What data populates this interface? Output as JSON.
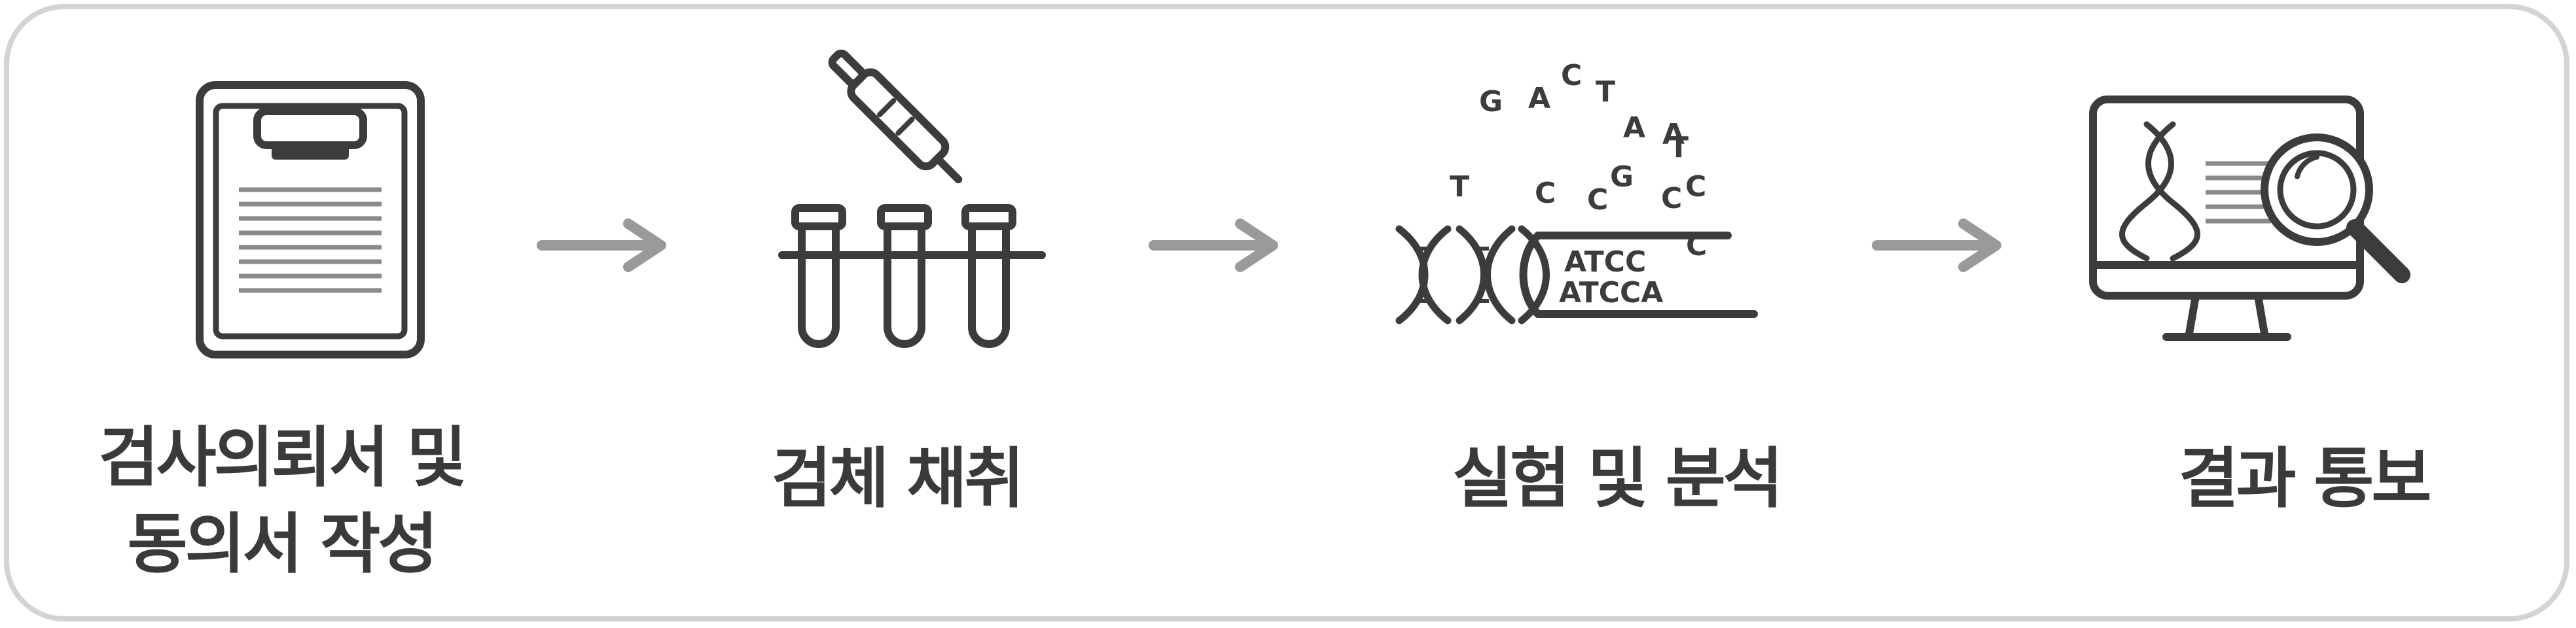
{
  "steps": [
    {
      "icon": "clipboard-icon",
      "label_line1": "검사의뢰서 및",
      "label_line2": "동의서 작성"
    },
    {
      "icon": "test-tubes-pipette-icon",
      "label_line1": "검체 채취",
      "label_line2": ""
    },
    {
      "icon": "dna-sequence-icon",
      "label_line1": "실험 및 분석",
      "label_line2": "",
      "sequence_top": "ATCC",
      "sequence_bottom": "ATCCA",
      "floating_letters": [
        "G",
        "A",
        "C",
        "T",
        "A",
        "A",
        "T",
        "T",
        "C",
        "C",
        "G",
        "C",
        "C",
        "C"
      ]
    },
    {
      "icon": "monitor-magnifier-icon",
      "label_line1": "결과 통보",
      "label_line2": ""
    }
  ],
  "arrows": [
    "arrow-right-icon",
    "arrow-right-icon",
    "arrow-right-icon"
  ],
  "colors": {
    "border": "#d3d3d3",
    "icon": "#3c3c3c",
    "arrow": "#9a9a9a",
    "text": "#3a3a3a"
  }
}
